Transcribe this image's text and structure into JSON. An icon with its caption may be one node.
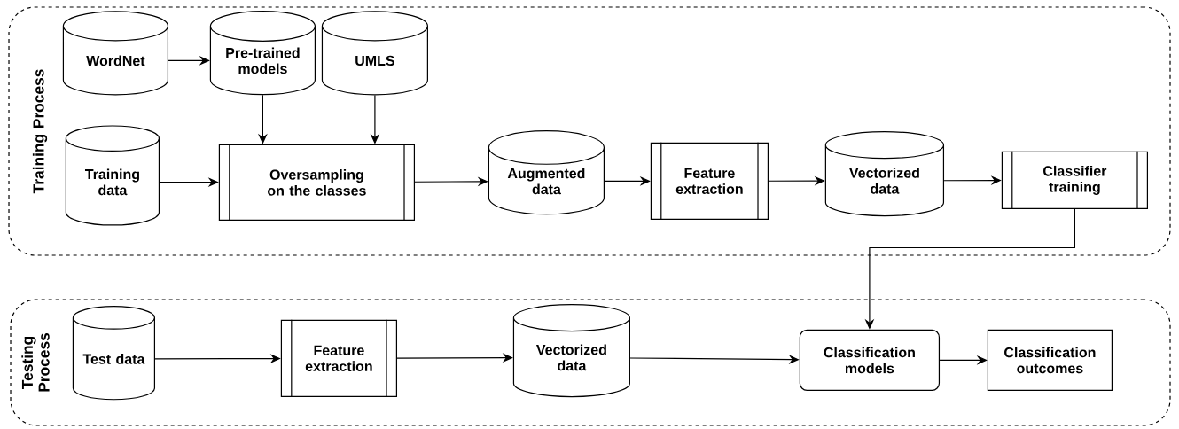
{
  "diagram": {
    "nodes": [
      {
        "text": [
          "Training Process"
        ]
      },
      {
        "text": [
          "WordNet"
        ],
        "in": 0
      },
      {
        "text": [
          "Pre-trained models"
        ],
        "in": 0
      },
      {
        "text": [
          "UMLS"
        ],
        "in": 0
      },
      {
        "text": [
          "Training data"
        ],
        "in": 0
      },
      {
        "text": [
          "Oversampling on the classes"
        ],
        "in": 0
      },
      {
        "text": [
          "Augmented data"
        ],
        "in": 0
      },
      {
        "text": [
          "Feature extraction"
        ],
        "in": 0
      },
      {
        "text": [
          "Vectorized data"
        ],
        "in": 0
      },
      {
        "text": [
          "Classifier training"
        ],
        "in": 0
      },
      {
        "text": [
          "Testing Process"
        ]
      },
      {
        "text": [
          "Test data"
        ],
        "in": 10
      },
      {
        "text": [
          "Feature extraction"
        ],
        "in": 10
      },
      {
        "text": [
          "Vectorized data"
        ],
        "in": 10
      },
      {
        "text": [
          "Classification models"
        ],
        "in": 10
      },
      {
        "text": [
          "Classification outcomes"
        ],
        "in": 10
      }
    ],
    "edges": [
      {
        "from": 1,
        "to": 2,
        "arrow": "to"
      },
      {
        "from": 2,
        "to": 5,
        "arrow": "to"
      },
      {
        "from": 3,
        "to": 5,
        "arrow": "to"
      },
      {
        "from": 4,
        "to": 5,
        "arrow": "to"
      },
      {
        "from": 5,
        "to": 6,
        "arrow": "to"
      },
      {
        "from": 6,
        "to": 7,
        "arrow": "to"
      },
      {
        "from": 7,
        "to": 8,
        "arrow": "to"
      },
      {
        "from": 8,
        "to": 9,
        "arrow": "to"
      },
      {
        "from": 9,
        "to": 14,
        "arrow": "to"
      },
      {
        "from": 11,
        "to": 12,
        "arrow": "to"
      },
      {
        "from": 12,
        "to": 13,
        "arrow": "to"
      },
      {
        "from": 13,
        "to": 14,
        "arrow": "to"
      },
      {
        "from": 14,
        "to": 15,
        "arrow": "to"
      }
    ]
  }
}
